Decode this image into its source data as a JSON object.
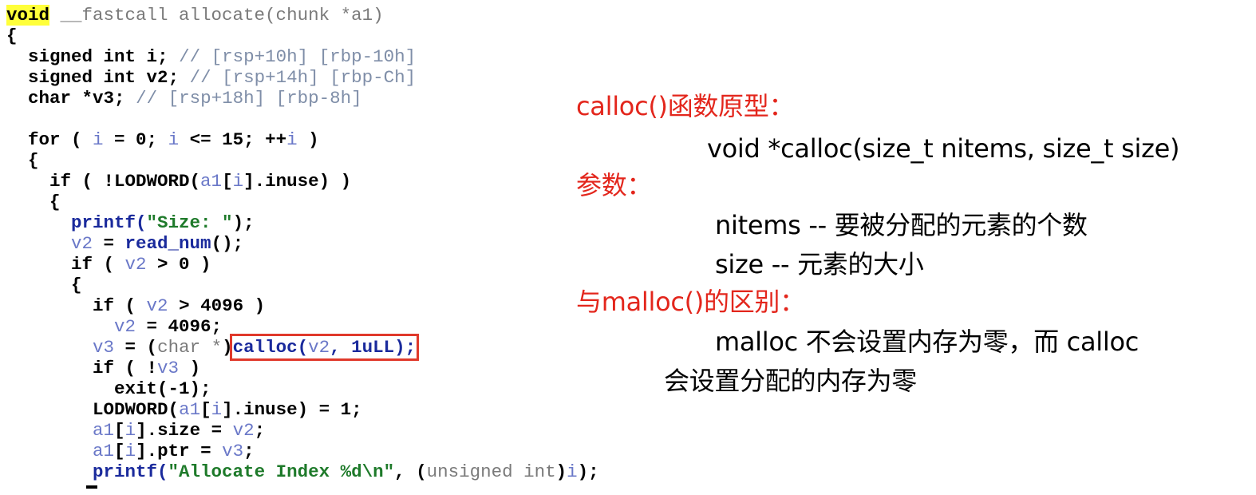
{
  "code": {
    "signature": {
      "ret": "void",
      "rest": " __fastcall allocate(chunk *a1)"
    },
    "open_brace": "{",
    "decls": [
      {
        "decl": "signed int ",
        "var": "i",
        "end": "; ",
        "comment": "// [rsp+10h] [rbp-10h]"
      },
      {
        "decl": "signed int ",
        "var": "v2",
        "end": "; ",
        "comment": "// [rsp+14h] [rbp-Ch]"
      },
      {
        "decl": "char *",
        "var": "v3",
        "end": "; ",
        "comment": "// [rsp+18h] [rbp-8h]"
      }
    ],
    "for_line": {
      "a": "for ( ",
      "i1": "i",
      "b": " = 0; ",
      "i2": "i",
      "c": " <= 15; ++",
      "i3": "i",
      "d": " )"
    },
    "brace_1": "{",
    "if_inuse": {
      "a": "if ( !LODWORD(",
      "a1": "a1",
      "b": "[",
      "i": "i",
      "c": "].inuse) )"
    },
    "brace_2": "{",
    "printf_size": {
      "fn": "printf(",
      "str": "\"Size: \"",
      "end": ");"
    },
    "read_num": {
      "v": "v2",
      "a": " = ",
      "fn": "read_num",
      "b": "();"
    },
    "if_gt0": {
      "a": "if ( ",
      "v": "v2",
      "b": " > 0 )"
    },
    "brace_3": "{",
    "if_4096": {
      "a": "if ( ",
      "v": "v2",
      "b": " > 4096 )"
    },
    "assign_4096": {
      "v": "v2",
      "b": " = 4096;"
    },
    "calloc_line": {
      "v": "v3",
      "a": " = (",
      "cast": "char *",
      "close": ")",
      "call_a": "calloc(",
      "arg": "v2",
      "call_b": ", 1uLL);"
    },
    "if_not_v3": {
      "a": "if ( !",
      "v": "v3",
      "b": " )"
    },
    "exit_line": "exit(-1);",
    "lodword_set": {
      "a": "LODWORD(",
      "a1": "a1",
      "b": "[",
      "i": "i",
      "c": "].inuse) = 1;"
    },
    "size_set": {
      "a1": "a1",
      "b": "[",
      "i": "i",
      "c": "].size = ",
      "v": "v2",
      "d": ";"
    },
    "ptr_set": {
      "a1": "a1",
      "b": "[",
      "i": "i",
      "c": "].ptr = ",
      "v": "v3",
      "d": ";"
    },
    "printf_alloc": {
      "fn": "printf(",
      "str": "\"Allocate Index %d\\n\"",
      "a": ", (",
      "cast": "unsigned int",
      "b": ")",
      "i": "i",
      "c": ");"
    }
  },
  "notes": {
    "heading_proto": "calloc()函数原型：",
    "prototype": "void *calloc(size_t nitems, size_t size)",
    "heading_params": "参数：",
    "param_nitems": "nitems -- 要被分配的元素的个数",
    "param_size": "size -- 元素的大小",
    "heading_diff": "与malloc()的区别：",
    "diff_line1": "malloc 不会设置内存为零，而 calloc",
    "diff_line2": "会设置分配的内存为零"
  },
  "colors": {
    "note_heading": "#e3261c",
    "highlight": "#ffff3a",
    "box": "#e0392b",
    "comment": "#7f8ea8",
    "variable": "#6a78c8",
    "string": "#1e7a2a",
    "function": "#1a2a9c"
  }
}
